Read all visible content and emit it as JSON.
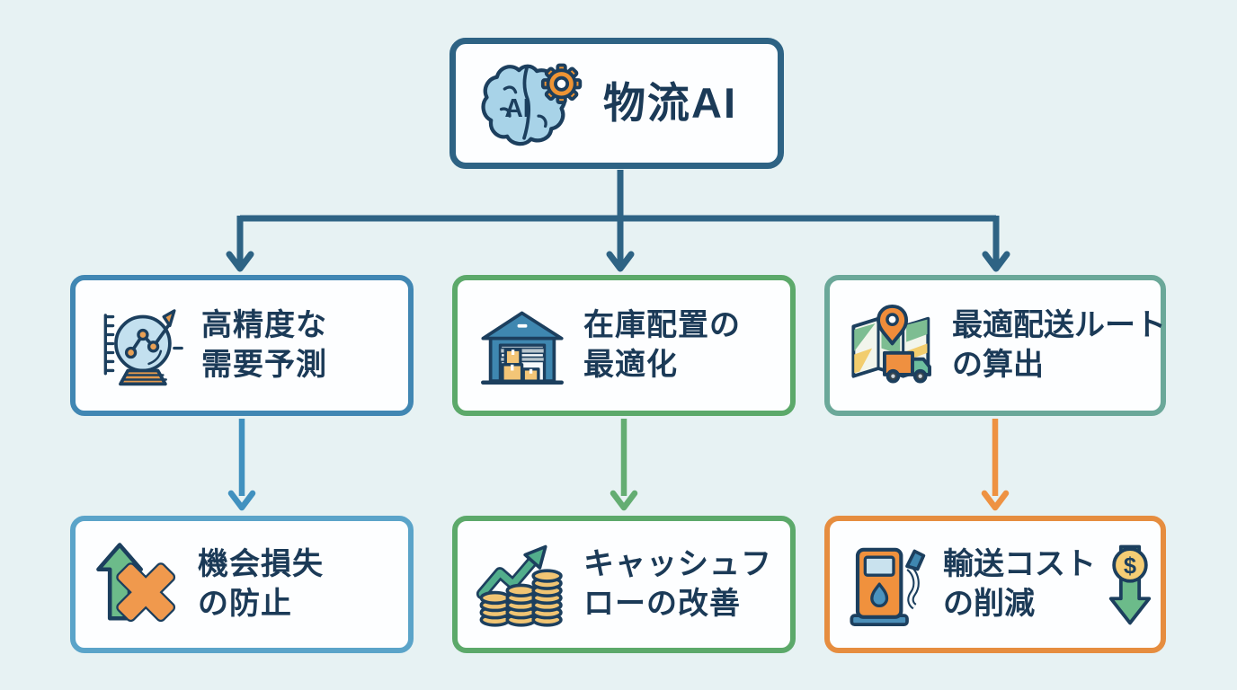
{
  "page": {
    "background_color": "#e7f2f3",
    "box_fill_color": "#fdfeff",
    "text_color": "#1b3a57",
    "outline_color": "#1c3f5e"
  },
  "root": {
    "label": "物流AI",
    "icon": "brain-ai-icon",
    "border_color": "#2e6384"
  },
  "level1": [
    {
      "label_line1": "高精度な",
      "label_line2": "需要予測",
      "icon": "crystal-ball-icon",
      "border_color": "#4187b3"
    },
    {
      "label_line1": "在庫配置の",
      "label_line2": "最適化",
      "icon": "warehouse-icon",
      "border_color": "#5ca96a"
    },
    {
      "label_line1": "最適配送ルート",
      "label_line2": "の算出",
      "icon": "map-route-icon",
      "border_color": "#6ba899"
    }
  ],
  "level2": [
    {
      "label_line1": "機会損失",
      "label_line2": "の防止",
      "icon": "arrow-x-icon",
      "border_color": "#5ba4c9"
    },
    {
      "label_line1": "キャッシュフ",
      "label_line2": "ローの改善",
      "icon": "coins-growth-icon",
      "border_color": "#5ca96a"
    },
    {
      "label_line1": "輸送コスト",
      "label_line2": "の削減",
      "icon": "fuel-pump-icon",
      "icon_right": "dollar-down-icon",
      "border_color": "#e68d3f"
    }
  ],
  "connectors": {
    "trunk_color": "#2e6384",
    "branch_colors": [
      "#4191bf",
      "#64ad72",
      "#ee9242"
    ]
  },
  "icon_colors": {
    "brain_blue": "#a8d3e8",
    "gear_orange": "#ee9434",
    "ball_blue": "#c3e0ef",
    "ball_orange": "#e59a4d",
    "warehouse_blue": "#3f87b0",
    "box_tan": "#f3c577",
    "map_green": "#7dbd92",
    "map_yellow": "#f2cd6e",
    "pin_orange": "#f08c3a",
    "truck_cab_green": "#6cbf9e",
    "arrow_green": "#6cbb8a",
    "x_orange": "#f0994d",
    "coin_gold": "#f0c473",
    "growth_green": "#52ae8c",
    "pump_orange": "#f0913d",
    "drop_blue": "#4b93be",
    "dollar_coin": "#f6cd74"
  }
}
